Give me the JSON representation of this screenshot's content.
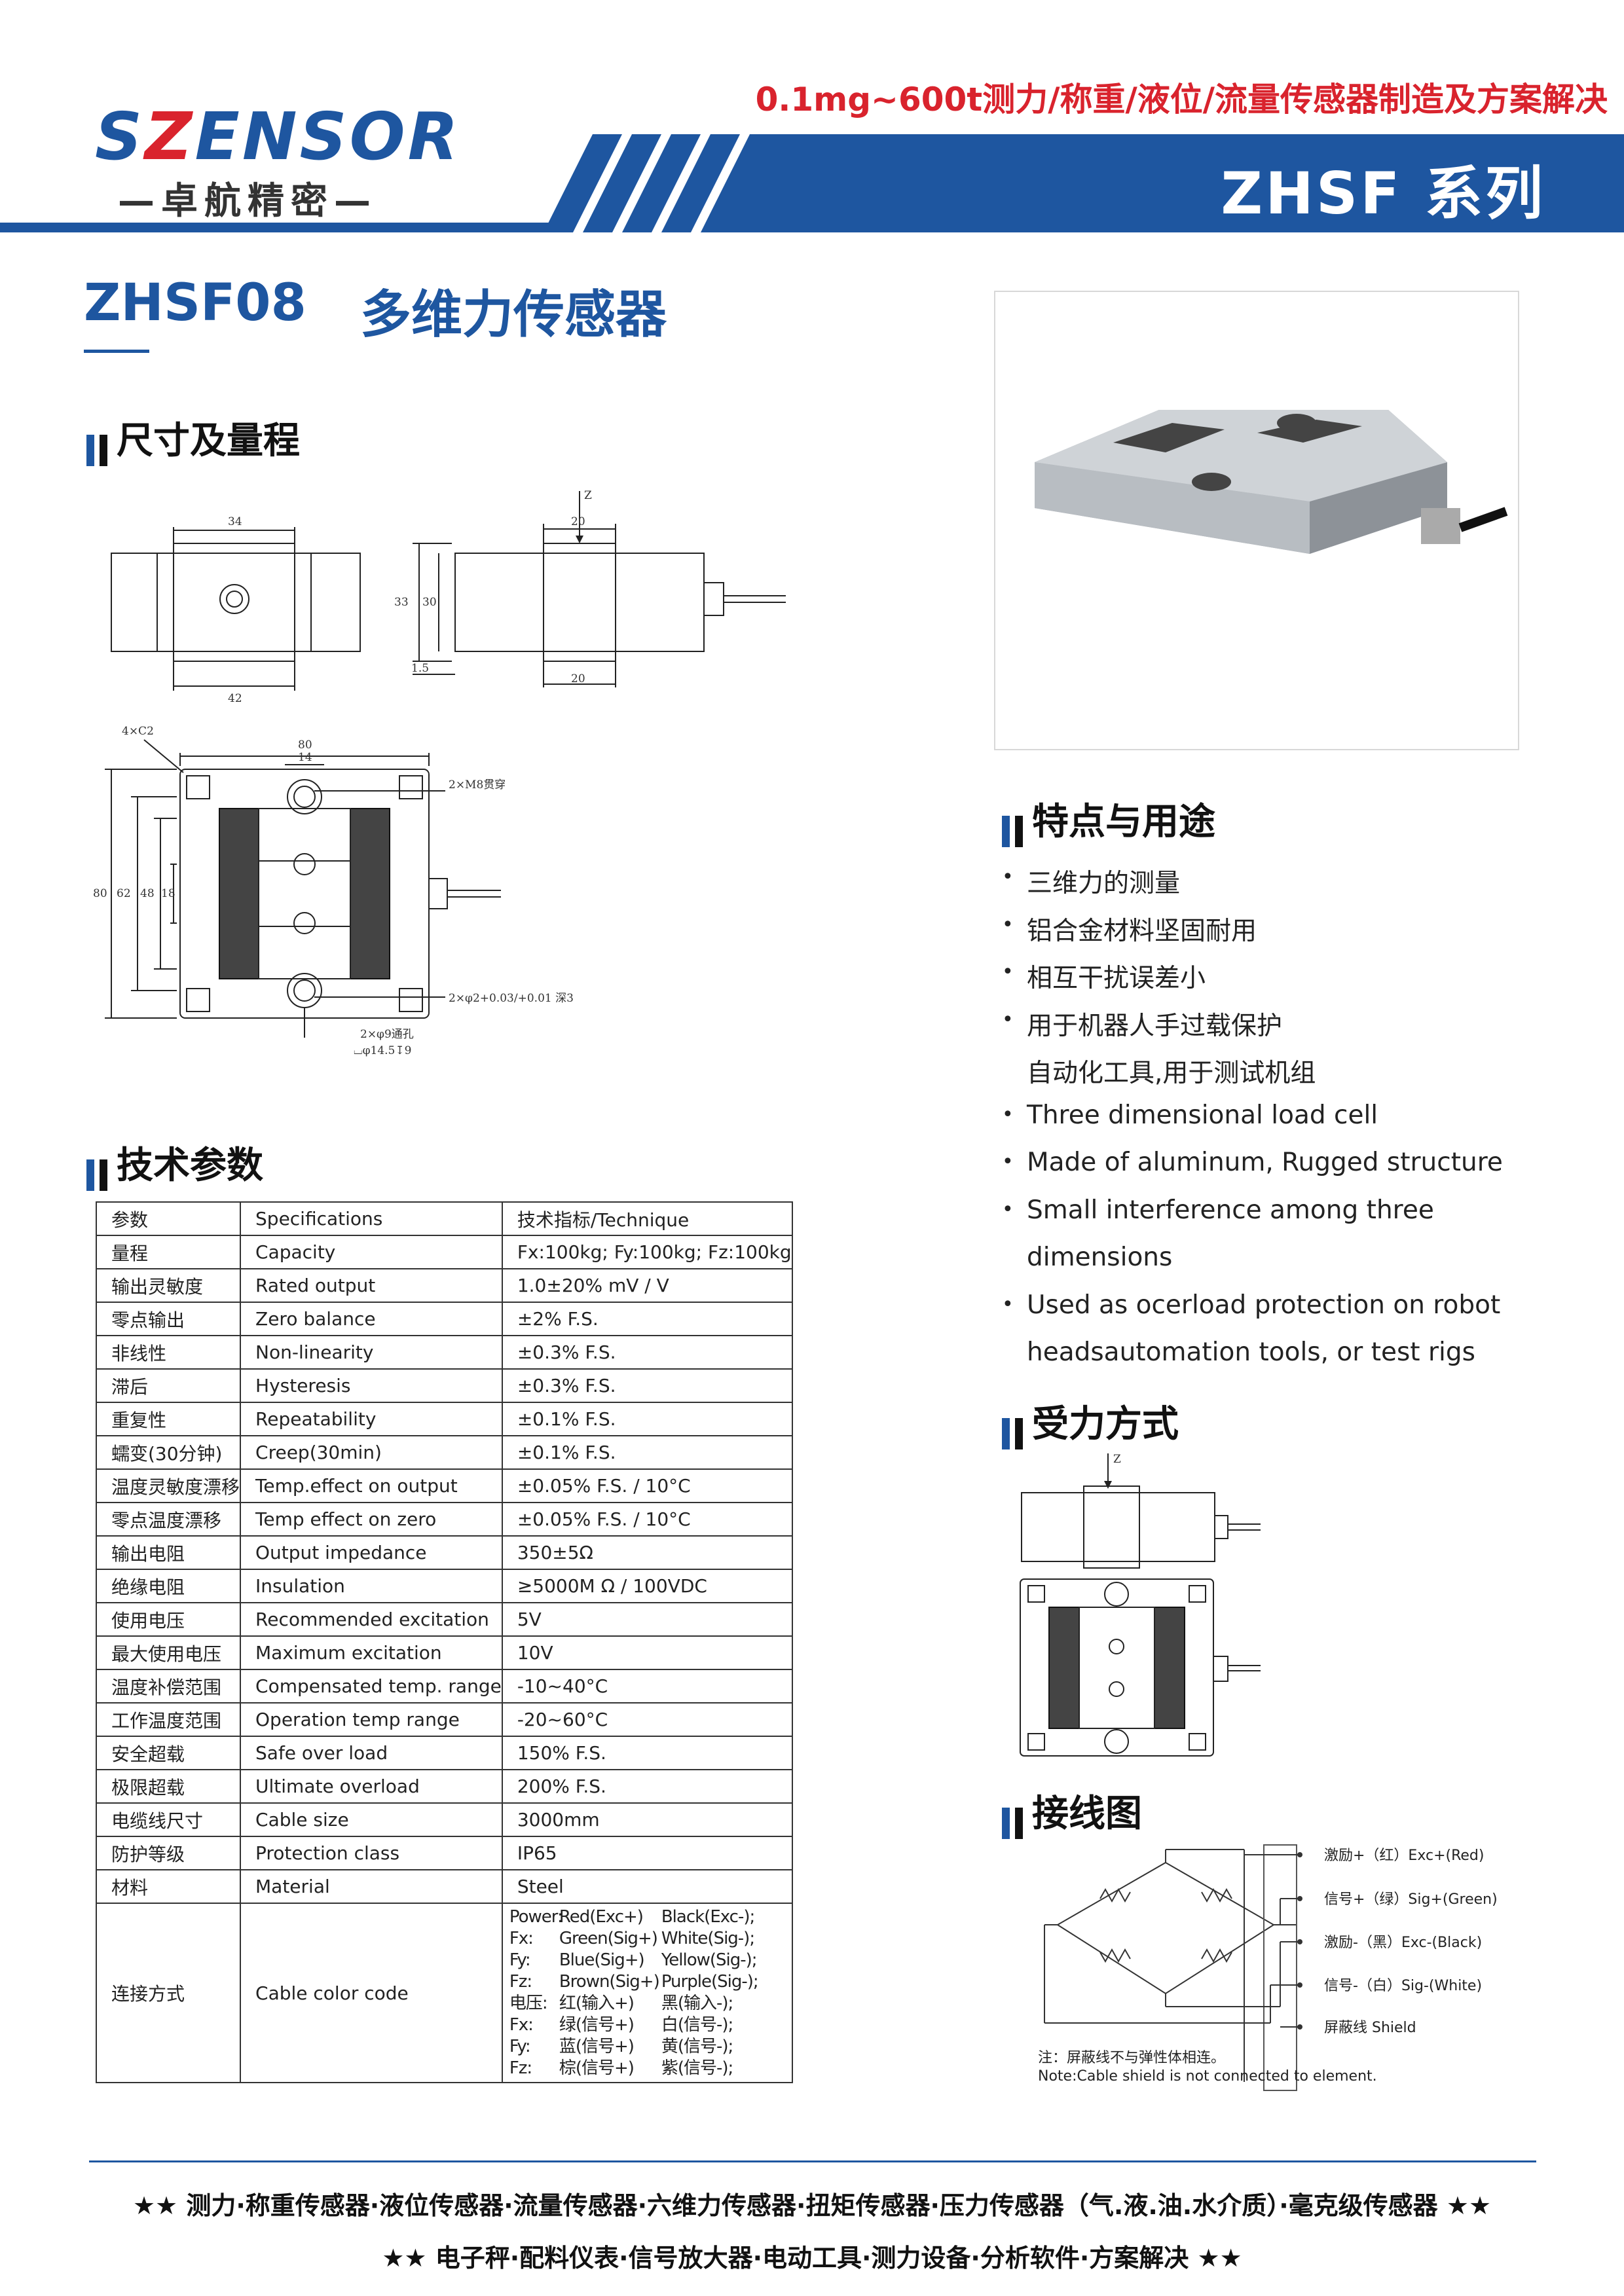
{
  "header": {
    "logo": "SZENSOR",
    "logo_cn": "—卓航精密—",
    "tagline": "0.1mg~600t测力/称重/液位/流量传感器制造及方案解决",
    "series": "ZHSF 系列"
  },
  "title": {
    "model": "ZHSF08",
    "name": "多维力传感器"
  },
  "sections": {
    "dimensions": "尺寸及量程",
    "specs": "技术参数",
    "features": "特点与用途",
    "loading": "受力方式",
    "wiring": "接线图"
  },
  "drawing": {
    "front": {
      "top": "34",
      "bottom": "42"
    },
    "side": {
      "z": "Z",
      "top": "20",
      "h1": "33",
      "h2": "30",
      "b": "1.5",
      "bottom": "20"
    },
    "plan": {
      "chamfer": "4×C2",
      "w80": "80",
      "w14": "14",
      "h80": "80",
      "h62": "62",
      "h48": "48",
      "h18": "18",
      "m8": "2×M8贯穿",
      "pin": "2×φ2+0.03/+0.01 深3",
      "hole": "2×φ9通孔",
      "cb": "⌴φ14.5↧9"
    }
  },
  "specs": {
    "header": [
      "参数",
      "Specifications",
      "技术指标/Technique"
    ],
    "rows": [
      [
        "量程",
        "Capacity",
        "Fx:100kg; Fy:100kg; Fz:100kg"
      ],
      [
        "输出灵敏度",
        "Rated output",
        "1.0±20%  mV / V"
      ],
      [
        "零点输出",
        "Zero balance",
        "±2% F.S."
      ],
      [
        "非线性",
        "Non-linearity",
        "±0.3% F.S."
      ],
      [
        "滞后",
        "Hysteresis",
        "±0.3% F.S."
      ],
      [
        "重复性",
        "Repeatability",
        "±0.1% F.S."
      ],
      [
        "蠕变(30分钟)",
        "Creep(30min)",
        "±0.1% F.S."
      ],
      [
        "温度灵敏度漂移",
        "Temp.effect on output",
        "±0.05% F.S. / 10°C"
      ],
      [
        "零点温度漂移",
        "Temp effect on zero",
        "±0.05% F.S. / 10°C"
      ],
      [
        "输出电阻",
        "Output impedance",
        "350±5Ω"
      ],
      [
        "绝缘电阻",
        "Insulation",
        "≥5000M Ω / 100VDC"
      ],
      [
        "使用电压",
        "Recommended excitation",
        "5V"
      ],
      [
        "最大使用电压",
        "Maximum excitation",
        "10V"
      ],
      [
        "温度补偿范围",
        "Compensated temp. range",
        "-10~40°C"
      ],
      [
        "工作温度范围",
        "Operation temp range",
        "-20~60°C"
      ],
      [
        "安全超载",
        "Safe over load",
        "150% F.S."
      ],
      [
        "极限超载",
        "Ultimate overload",
        "200% F.S."
      ],
      [
        "电缆线尺寸",
        "Cable size",
        "3000mm"
      ],
      [
        "防护等级",
        "Protection class",
        "IP65"
      ],
      [
        "材料",
        "Material",
        "Steel"
      ]
    ],
    "cable_row": {
      "c1": "连接方式",
      "c2": "Cable color code",
      "lines": [
        [
          "Power:",
          "Red(Exc+)",
          "Black(Exc-);"
        ],
        [
          "Fx:",
          "Green(Sig+)",
          "White(Sig-);"
        ],
        [
          "Fy:",
          "Blue(Sig+)",
          "Yellow(Sig-);"
        ],
        [
          "Fz:",
          "Brown(Sig+)",
          "Purple(Sig-);"
        ],
        [
          "电压:",
          "红(输入+)",
          "黑(输入-);"
        ],
        [
          "Fx:",
          "绿(信号+)",
          "白(信号-);"
        ],
        [
          "Fy:",
          "蓝(信号+)",
          "黄(信号-);"
        ],
        [
          "Fz:",
          "棕(信号+)",
          "紫(信号-);"
        ]
      ]
    }
  },
  "features": [
    "三维力的测量",
    "铝合金材料坚固耐用",
    "相互干扰误差小",
    "用于机器人手过载保护",
    "自动化工具,用于测试机组",
    "Three dimensional load cell",
    "Made of aluminum, Rugged structure",
    "Small interference among three",
    "dimensions",
    "Used as ocerload protection on robot",
    "headsautomation tools, or test rigs"
  ],
  "loading_z": "Z",
  "wiring": {
    "labels": [
      "激励+（红）Exc+(Red)",
      "信号+（绿）Sig+(Green)",
      "激励-（黑）Exc-(Black)",
      "信号-（白）Sig-(White)",
      "屏蔽线  Shield"
    ],
    "note_cn": "注：屏蔽线不与弹性体相连。",
    "note_en": "Note:Cable shield is not connected to element."
  },
  "footer": {
    "line1": "★★ 测力·称重传感器·液位传感器·流量传感器·六维力传感器·扭矩传感器·压力传感器（气.液.油.水介质）·毫克级传感器 ★★",
    "line2": "★★ 电子秤·配料仪表·信号放大器·电动工具·测力设备·分析软件·方案解决 ★★"
  },
  "colors": {
    "brand_blue": "#1e56a0",
    "brand_red": "#d9232d"
  }
}
